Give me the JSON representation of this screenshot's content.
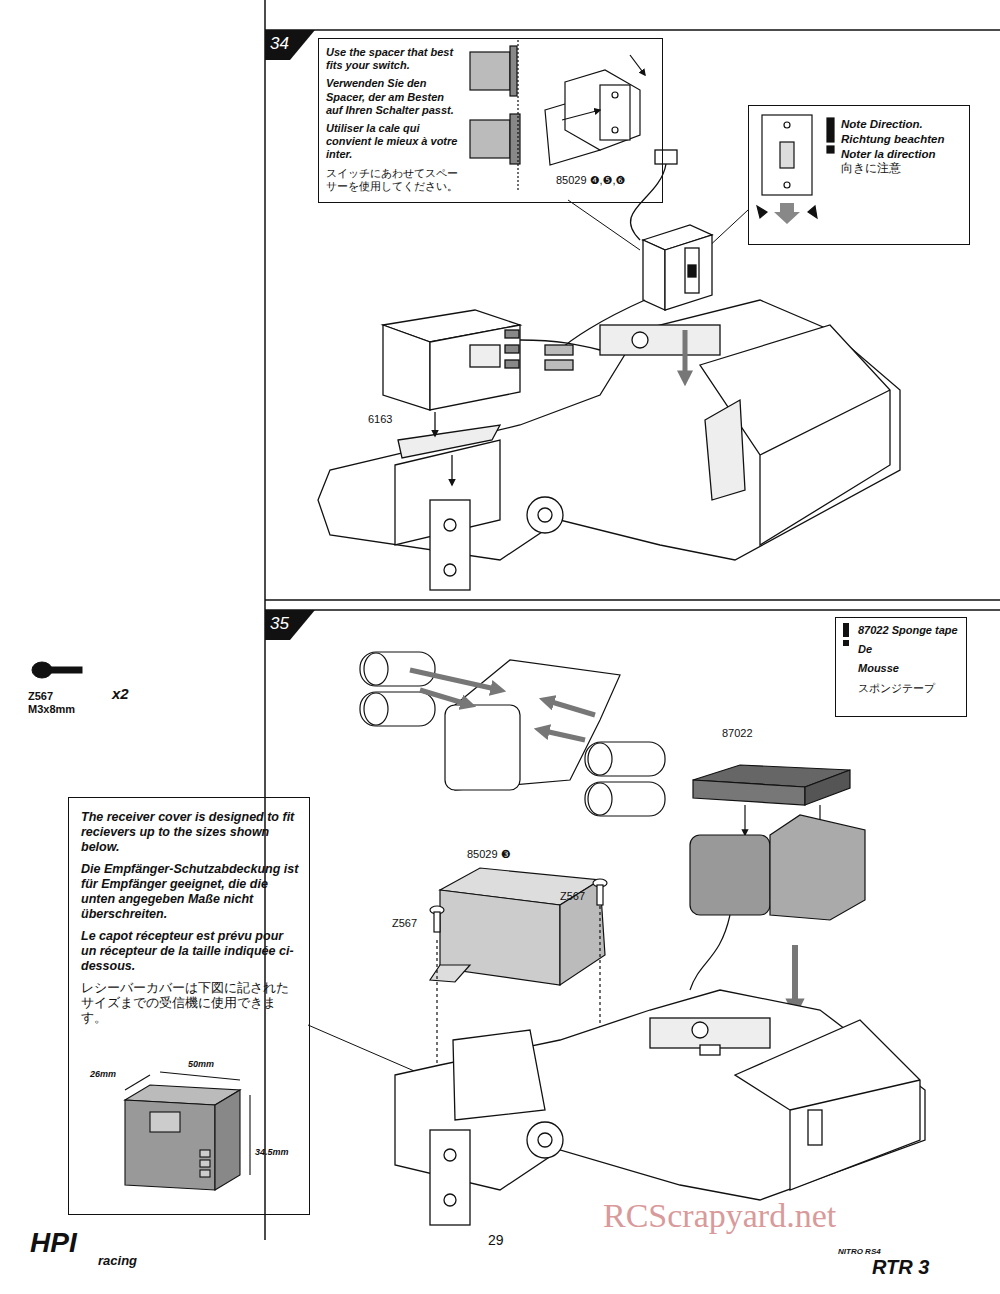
{
  "diagram": {
    "nodes": [
      {
        "text": [
          "Use the spacer that best fits your switch.",
          "Verwenden Sie den Spacer, der am Besten auf Ihren Schalter passt.",
          "Utiliser la cale qui convient le mieux à votre inter.",
          "スイッチにあわせてスペーサーを使用してください。"
        ]
      },
      {
        "text": [
          "Note Direction.",
          "Richtung beachten",
          "Noter la direction",
          "向きに注意"
        ]
      },
      {
        "text": [
          "87022 Sponge tape",
          "De",
          "Mousse",
          "スポンジテープ"
        ]
      },
      {
        "text": [
          "The receiver cover is designed to fit recievers up to the sizes shown below.",
          "Die Empfänger-Schutzabdeckung ist für Empfänger geeignet, die die unten angegeben Maße nicht überschreiten.",
          "Le capot récepteur est prévu pour un récepteur de la taille indiquée ci-dessous.",
          "レシーバーカバーは下図に記されたサイズまでの受信機に使用できます。"
        ]
      }
    ],
    "labels": [
      "34",
      "85029 ❹,❺,❻",
      "6163",
      "35",
      "Z567",
      "M3x8mm",
      "x2",
      "87022",
      "85029 ❸",
      "Z567",
      "Z567",
      "26mm",
      "50mm",
      "34.5mm",
      "29",
      "RCScrapyard.net",
      "HPI",
      "racing",
      "NITRO RS4",
      "RTR 3"
    ]
  }
}
